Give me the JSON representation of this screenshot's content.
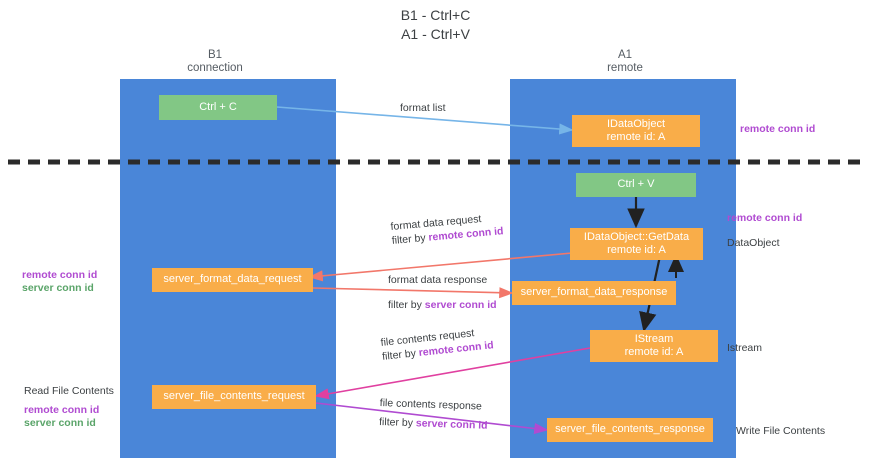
{
  "title": "B1 - Ctrl+C\nA1 - Ctrl+V",
  "lanes": [
    {
      "name": "b1",
      "title": "B1\nconnection"
    },
    {
      "name": "a1",
      "title": "A1\nremote"
    }
  ],
  "boxes": {
    "ctrl_c": {
      "line1": "Ctrl + C",
      "line2": "",
      "color": "#82c785"
    },
    "idataobject": {
      "line1": "IDataObject",
      "line2": "remote id: A",
      "color": "#f9ad49"
    },
    "ctrl_v": {
      "line1": "Ctrl + V",
      "line2": "",
      "color": "#82c785"
    },
    "getdata": {
      "line1": "IDataObject::GetData",
      "line2": "remote id: A",
      "color": "#f9ad49"
    },
    "server_format_data_request": {
      "line1": "server_format_data_request",
      "line2": "",
      "color": "#f9ad49"
    },
    "server_format_data_response": {
      "line1": "server_format_data_response",
      "line2": "",
      "color": "#f9ad49"
    },
    "istream": {
      "line1": "IStream",
      "line2": "remote id: A",
      "color": "#f9ad49"
    },
    "server_file_contents_request": {
      "line1": "server_file_contents_request",
      "line2": "",
      "color": "#f9ad49"
    },
    "server_file_contents_response": {
      "line1": "server_file_contents_response",
      "line2": "",
      "color": "#f9ad49"
    }
  },
  "edge_labels": {
    "format_list": "format list",
    "format_data_request": "format data request",
    "format_data_request_filter_prefix": "filter by ",
    "format_data_request_filter_key": "remote conn id",
    "format_data_response": "format data response",
    "format_data_response_filter_prefix": "filter by ",
    "format_data_response_filter_key": "server conn id",
    "file_contents_request": "file contents request",
    "file_contents_request_filter_prefix": "filter by ",
    "file_contents_request_filter_key": "remote conn id",
    "file_contents_response": "file contents response",
    "file_contents_response_filter_prefix": "filter by ",
    "file_contents_response_filter_key": "server conn id"
  },
  "side_labels": {
    "right_remote_conn_id_top": "remote conn id",
    "right_remote_conn_id_mid": "remote conn id",
    "right_dataobject": "DataObject",
    "right_istream": "Istream",
    "right_write_file_contents": "Write File Contents",
    "left_remote_conn_id_mid": "remote conn id",
    "left_server_conn_id_mid": "server conn id",
    "left_read_file_contents": "Read File Contents",
    "left_remote_conn_id_bottom": "remote conn id",
    "left_server_conn_id_bottom": "server conn id"
  },
  "colors": {
    "lane": "#4a86d8",
    "orange": "#f9ad49",
    "green": "#82c785",
    "remote_key": "#b04bd1",
    "server_key": "#5aa469",
    "divider": "#2b2b2b",
    "arrow_blue": "#76b5e8",
    "arrow_red": "#f2776a",
    "arrow_magenta": "#e040a0",
    "arrow_purple": "#b04bd1",
    "arrow_dark": "#212121"
  }
}
